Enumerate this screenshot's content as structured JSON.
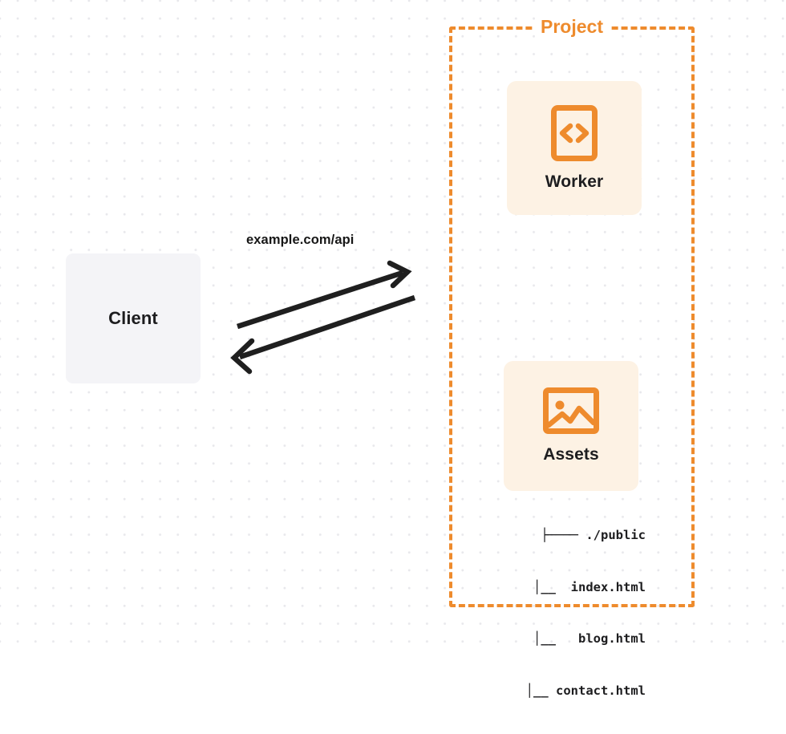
{
  "diagram": {
    "background": {
      "dot_color": "#e8e8ec",
      "page_color": "#ffffff"
    },
    "colors": {
      "accent_orange": "#ee8b2d",
      "card_fill": "#fdf2e4",
      "client_fill": "#f4f4f7",
      "text_dark": "#1d1d1f",
      "arrow_stroke": "#1f1f1f"
    },
    "client": {
      "label": "Client",
      "icon": "none"
    },
    "project": {
      "title": "Project",
      "border_style": "dashed",
      "border_color": "#ee8b2d",
      "services": [
        {
          "label": "Worker",
          "icon": "code-brackets-icon",
          "icon_color": "#ee8b2d"
        },
        {
          "label": "Assets",
          "icon": "image-icon",
          "icon_color": "#ee8b2d"
        }
      ],
      "file_tree": [
        "├──── ./public",
        "    │__  index.html",
        "    │__   blog.html",
        "    │__ contact.html"
      ]
    },
    "connection": {
      "label": "example.com/api",
      "request_direction": "client-to-project",
      "response_direction": "project-to-client"
    }
  }
}
